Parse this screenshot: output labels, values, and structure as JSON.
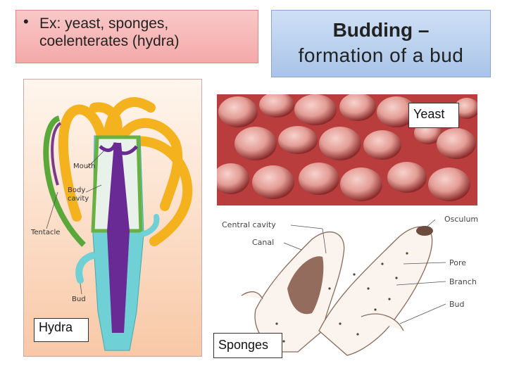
{
  "bullet": {
    "text": "Ex: yeast, sponges, coelenterates (hydra)"
  },
  "title": {
    "line1": "Budding –",
    "line2": "formation of a bud"
  },
  "hydra": {
    "caption": "Hydra",
    "labels": {
      "mouth": "Mouth",
      "body_cavity_1": "Body",
      "body_cavity_2": "cavity",
      "tentacle": "Tentacle",
      "bud": "Bud"
    }
  },
  "yeast": {
    "caption": "Yeast"
  },
  "sponge": {
    "caption": "Sponges",
    "labels": {
      "central_cavity": "Central cavity",
      "canal": "Canal",
      "osculum": "Osculum",
      "pore": "Pore",
      "branch": "Branch",
      "bud": "Bud"
    }
  }
}
